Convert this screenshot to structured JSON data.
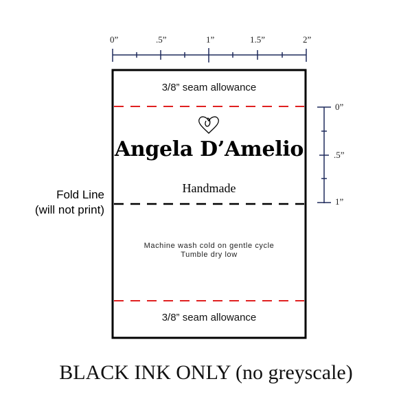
{
  "ruler_horizontal": {
    "ticks": [
      "0”",
      ".5”",
      "1”",
      "1.5”",
      "2”"
    ],
    "color": "#1f2a5c"
  },
  "ruler_vertical": {
    "ticks": [
      "0”",
      ".5”",
      "1”"
    ],
    "color": "#1f2a5c"
  },
  "label": {
    "seam_top": "3/8” seam allowance",
    "icon": "heart-infinity-icon",
    "brand": "Angela D’Amelio",
    "subtitle": "Handmade",
    "care_line1": "Machine wash cold on gentle cycle",
    "care_line2": "Tumble dry low",
    "seam_bottom": "3/8” seam allowance",
    "seam_line_color": "#e02020"
  },
  "fold_line": {
    "line1": "Fold Line",
    "line2": "(will not print)"
  },
  "footer": "BLACK INK ONLY (no greyscale)"
}
